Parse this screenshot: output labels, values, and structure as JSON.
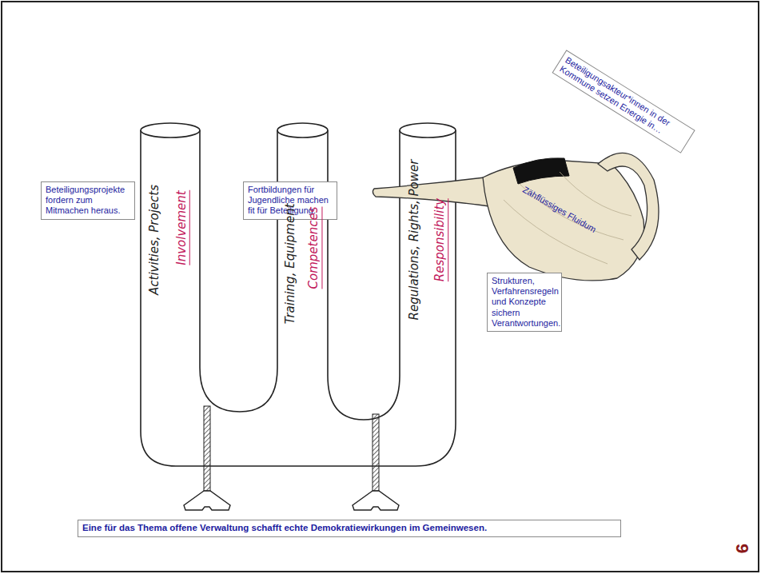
{
  "diagram": {
    "nodes": [
      {
        "text": [
          "Beteiligungsakteur*innen in der Kommune setzen Energie in…"
        ]
      },
      {
        "text": [
          "Beteiligungsprojekte fordern zum Mitmachen heraus."
        ]
      },
      {
        "text": [
          "Fortbildungen für Jugendliche machen fit für Beteiligung."
        ]
      },
      {
        "text": [
          "Strukturen, Verfahrensregeln und Konzepte sichern Verantwortungen."
        ]
      },
      {
        "text": [
          "Eine für das Thema offene Verwaltung schafft echte Demokratiewirkungen im Gemeinwesen."
        ]
      }
    ],
    "labels": [
      "Activities, Projects",
      "Involvement",
      "Training, Equipment",
      "Competences",
      "Regulations, Rights, Power",
      "Responsibility",
      "Zähflüssiges Fluidum",
      "9"
    ]
  }
}
